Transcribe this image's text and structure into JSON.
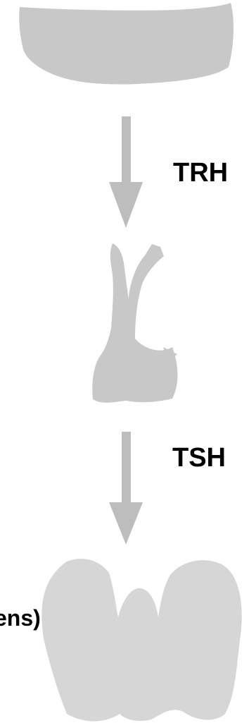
{
  "labels": {
    "trh": "TRH",
    "tsh": "TSH",
    "thyroid_partial": "ens)"
  },
  "colors": {
    "organ_gray": "#C8C8C8",
    "thyroid_gray": "#D6D6D6",
    "arrow_gray": "#BDBDBD",
    "label_black": "#000000"
  }
}
